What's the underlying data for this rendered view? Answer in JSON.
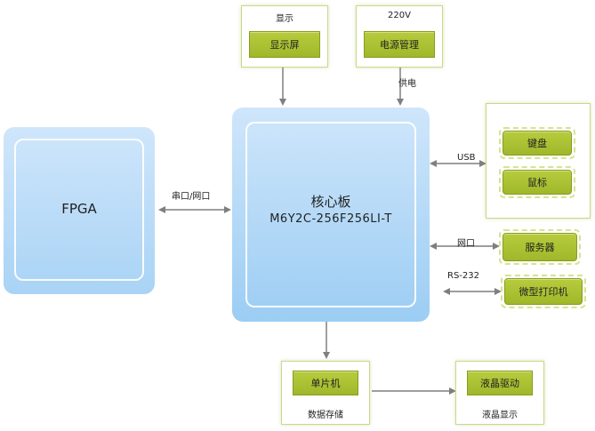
{
  "fpga": {
    "label": "FPGA"
  },
  "core": {
    "title": "核心板",
    "model": "M6Y2C-256F256LI-T"
  },
  "display": {
    "caption": "显示",
    "button": "显示屏"
  },
  "power": {
    "caption": "220V",
    "button": "电源管理",
    "arrow_label": "供电"
  },
  "usb_group": {
    "arrow_label": "USB",
    "keyboard": "键盘",
    "mouse": "鼠标"
  },
  "network": {
    "arrow_label": "网口",
    "server": "服务器"
  },
  "serial": {
    "arrow_label": "RS-232",
    "printer": "微型打印机"
  },
  "fpga_link": {
    "arrow_label": "串口/网口"
  },
  "mcu": {
    "button": "单片机",
    "caption": "数据存储"
  },
  "lcd": {
    "button": "液晶驱动",
    "caption": "液晶显示"
  },
  "colors": {
    "blue": "#a9d3f5",
    "green": "#b7cc3d",
    "arrow": "#7f7f7f"
  }
}
